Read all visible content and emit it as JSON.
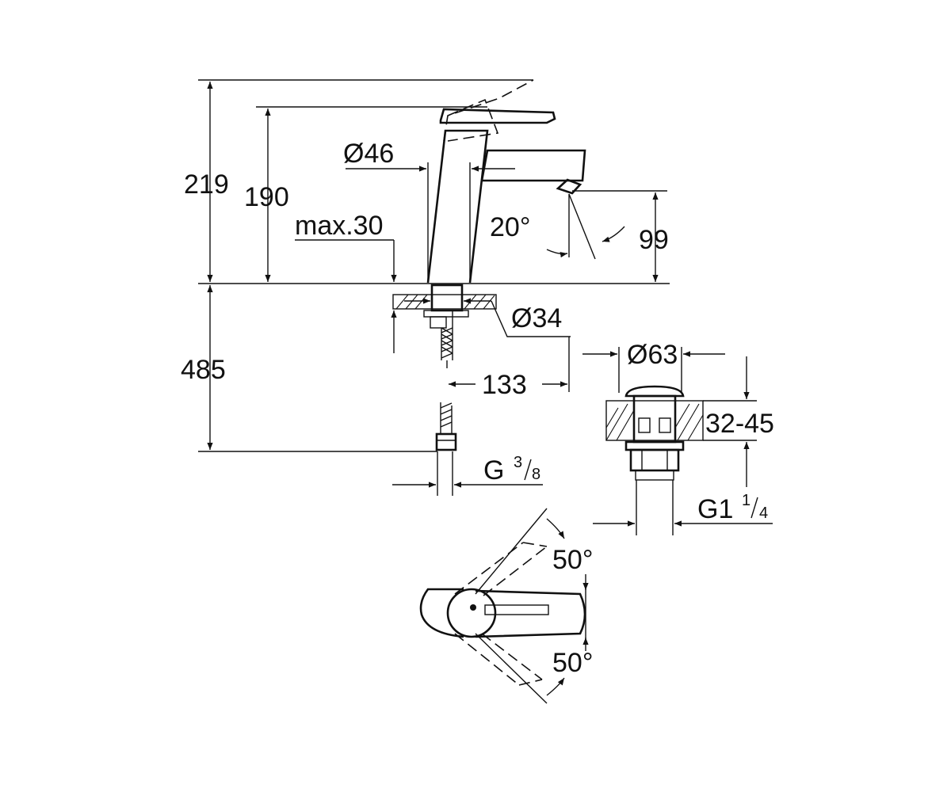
{
  "colors": {
    "line": "#111111",
    "background": "#ffffff"
  },
  "labels": {
    "h_total": "219",
    "h_body": "190",
    "dia_body": "Ø46",
    "max_deck": "max.30",
    "angle_spout": "20°",
    "h_spout": "99",
    "dia_hole": "Ø34",
    "projection": "133",
    "h_below": "485",
    "dia_waste": "Ø63",
    "deck_range": "32-45",
    "conn_g": "G",
    "conn_g_num": "3",
    "conn_g_den": "8",
    "waste_g": "G1",
    "waste_g_num": "1",
    "waste_g_den": "4",
    "angle_up": "50°",
    "angle_down": "50°"
  }
}
